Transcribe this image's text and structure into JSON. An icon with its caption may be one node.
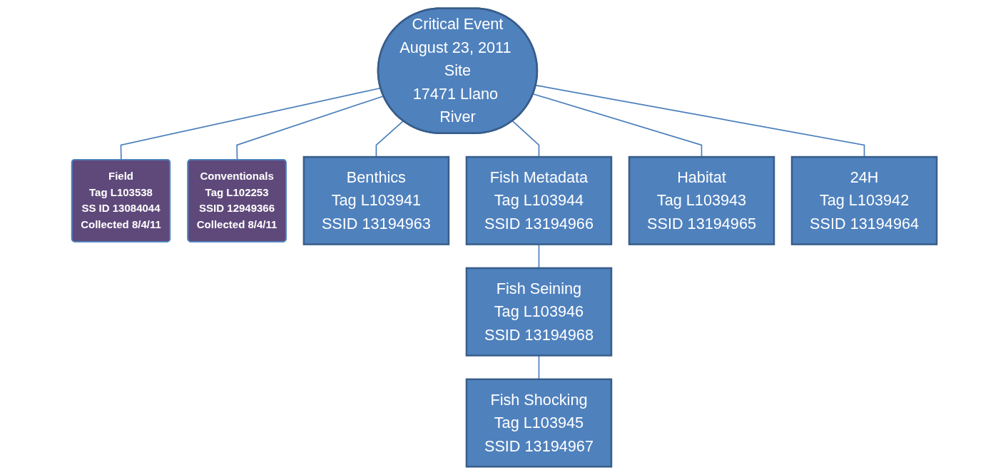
{
  "diagram": {
    "nodes": [
      {
        "text": [
          "Critical Event",
          "August 23, 2011 Site",
          "17471 Llano River"
        ]
      },
      {
        "text": [
          "Field",
          "Tag L103538",
          "SS ID 13084044",
          "Collected 8/4/11"
        ]
      },
      {
        "text": [
          "Conventionals",
          "Tag L102253",
          "SSID 12949366",
          "Collected 8/4/11"
        ]
      },
      {
        "text": [
          "Benthics",
          "Tag L103941",
          "SSID 13194963"
        ]
      },
      {
        "text": [
          "Fish Metadata",
          "Tag L103944",
          "SSID 13194966"
        ]
      },
      {
        "text": [
          "Fish Seining",
          "Tag L103946",
          "SSID 13194968"
        ]
      },
      {
        "text": [
          "Fish Shocking",
          "Tag L103945",
          "SSID 13194967"
        ]
      },
      {
        "text": [
          "Habitat",
          "Tag L103943",
          "SSID 13194965"
        ]
      },
      {
        "text": [
          "24H",
          "Tag L103942",
          "SSID 13194964"
        ]
      }
    ],
    "edges": [
      {
        "from": 0,
        "to": 1,
        "arrow": "none"
      },
      {
        "from": 0,
        "to": 2,
        "arrow": "none"
      },
      {
        "from": 0,
        "to": 3,
        "arrow": "none"
      },
      {
        "from": 0,
        "to": 4,
        "arrow": "none"
      },
      {
        "from": 0,
        "to": 7,
        "arrow": "none"
      },
      {
        "from": 0,
        "to": 8,
        "arrow": "none"
      },
      {
        "from": 4,
        "to": 5,
        "arrow": "none"
      },
      {
        "from": 5,
        "to": 6,
        "arrow": "none"
      }
    ]
  }
}
